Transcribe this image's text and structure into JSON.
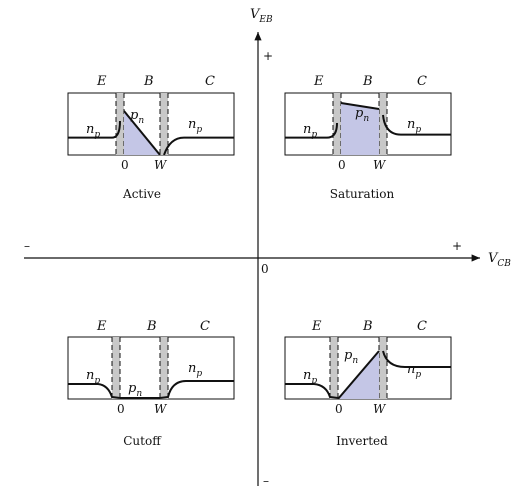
{
  "axes": {
    "y_label": "V",
    "y_sub": "EB",
    "x_label": "V",
    "x_sub": "CB",
    "plus": "+",
    "minus": "–",
    "origin": "0"
  },
  "panels": [
    {
      "id": "active",
      "caption": "Active",
      "E": "E",
      "B": "B",
      "C": "C",
      "np_left": "n",
      "np_left_sub": "p",
      "pn": "p",
      "pn_sub": "n",
      "np_right": "n",
      "np_right_sub": "p",
      "tick0": "0",
      "tickW": "W"
    },
    {
      "id": "saturation",
      "caption": "Saturation",
      "E": "E",
      "B": "B",
      "C": "C",
      "np_left": "n",
      "np_left_sub": "p",
      "pn": "p",
      "pn_sub": "n",
      "np_right": "n",
      "np_right_sub": "p",
      "tick0": "0",
      "tickW": "W"
    },
    {
      "id": "cutoff",
      "caption": "Cutoff",
      "E": "E",
      "B": "B",
      "C": "C",
      "np_left": "n",
      "np_left_sub": "p",
      "pn": "p",
      "pn_sub": "n",
      "np_right": "n",
      "np_right_sub": "p",
      "tick0": "0",
      "tickW": "W"
    },
    {
      "id": "inverted",
      "caption": "Inverted",
      "E": "E",
      "B": "B",
      "C": "C",
      "np_left": "n",
      "np_left_sub": "p",
      "pn": "p",
      "pn_sub": "n",
      "np_right": "n",
      "np_right_sub": "p",
      "tick0": "0",
      "tickW": "W"
    }
  ],
  "colors": {
    "depletion": "#c8c8c8",
    "fill": "#c4c6e6",
    "stroke": "#111111"
  }
}
